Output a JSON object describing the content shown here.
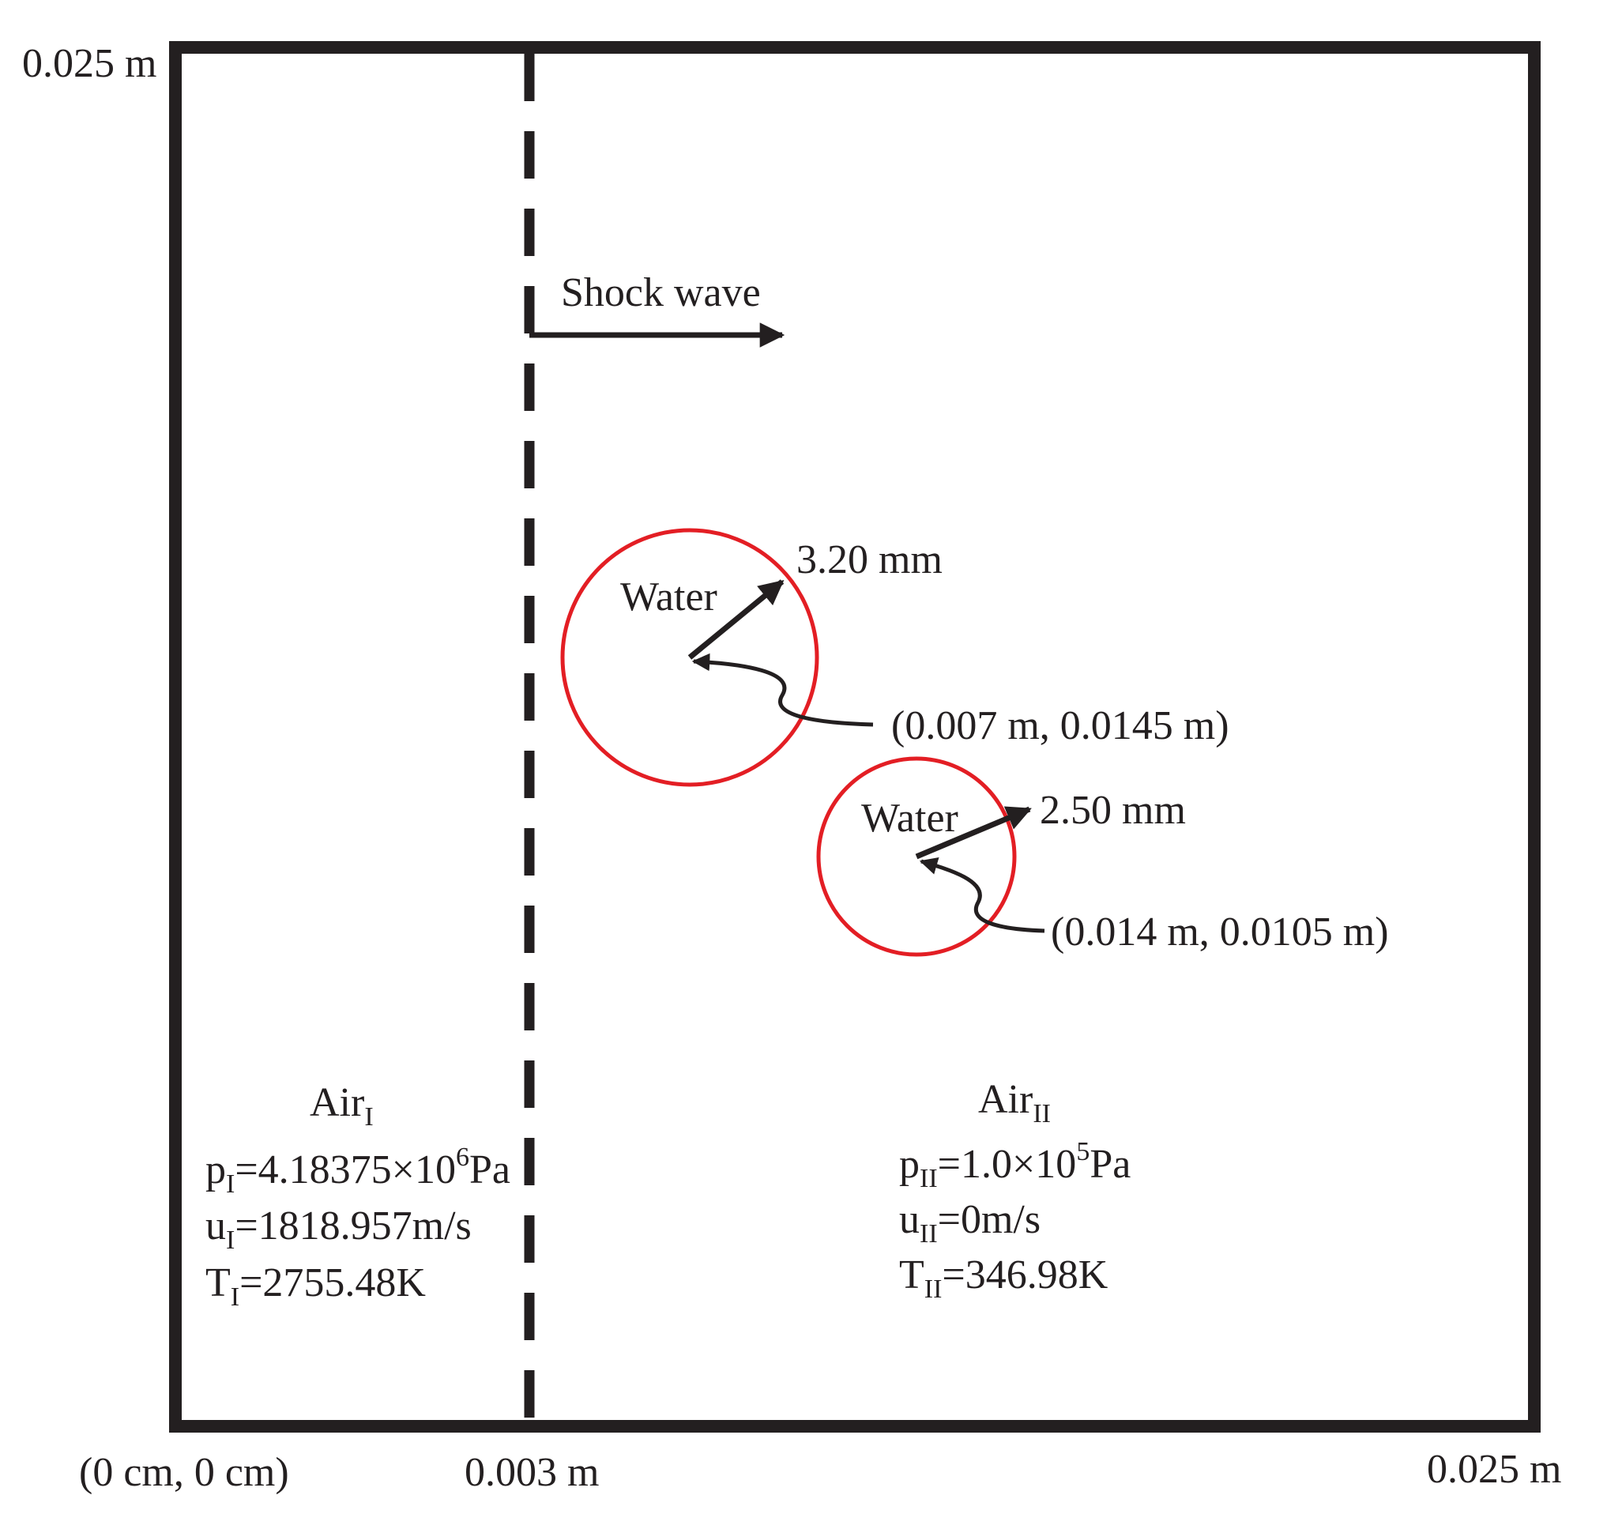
{
  "labels": {
    "top_left_coord": "0.025 m",
    "origin": "(0 cm, 0 cm)",
    "x_shock_position": "0.003 m",
    "x_right_coord": "0.025 m",
    "shock_wave": "Shock wave"
  },
  "drops": [
    {
      "label": "Water",
      "radius_text": "3.20 mm",
      "center_text": "(0.007 m, 0.0145 m)"
    },
    {
      "label": "Water",
      "radius_text": "2.50 mm",
      "center_text": "(0.014 m, 0.0105 m)"
    }
  ],
  "regions": {
    "air1": {
      "name": "Air",
      "name_sub": "I",
      "p_sym": "p",
      "p_sub": "I",
      "p_val": "=4.18375×10",
      "p_exp": "6",
      "p_unit": "Pa",
      "u_sym": "u",
      "u_sub": "I",
      "u_val": "=1818.957m/s",
      "t_sym": "T",
      "t_sub": "I",
      "t_val": "=2755.48K"
    },
    "air2": {
      "name": "Air",
      "name_sub": "II",
      "p_sym": "p",
      "p_sub": "II",
      "p_val": "=1.0×10",
      "p_exp": "5",
      "p_unit": "Pa",
      "u_sym": "u",
      "u_sub": "II",
      "u_val": "=0m/s",
      "t_sym": "T",
      "t_sub": "II",
      "t_val": "=346.98K"
    }
  },
  "colors": {
    "frame": "#231f20",
    "drop_outline": "#e31e24"
  }
}
